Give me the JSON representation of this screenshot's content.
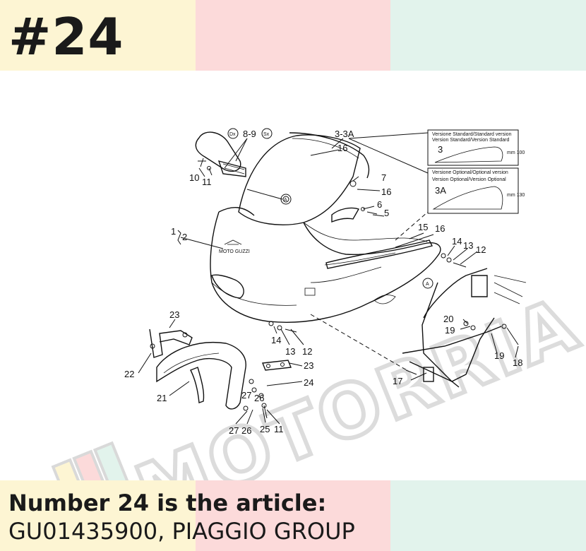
{
  "header": {
    "number": "#24"
  },
  "footer": {
    "line1": "Number 24 is the article:",
    "line2": "GU01435900, PIAGGIO GROUP"
  },
  "colors": {
    "band_yellow": "#fdf5d3",
    "band_pink": "#fcdada",
    "band_mint": "#e2f3ec",
    "ink": "#1a1a1a"
  },
  "watermark": {
    "text": "MOTORRIA"
  },
  "diagram": {
    "callouts": {
      "c1": "1",
      "c2": "2",
      "c3": "3",
      "c3a": "3A",
      "c3_3a": "3-3A",
      "c5": "5",
      "c6": "6",
      "c7": "7",
      "c8_9": "8-9",
      "dx": "Dx",
      "sx": "Sx",
      "c10": "10",
      "c11a": "11",
      "c11b": "11",
      "c12a": "12",
      "c12b": "12",
      "c13a": "13",
      "c13b": "13",
      "c14a": "14",
      "c14b": "14",
      "c15": "15",
      "c16a": "16",
      "c16b": "16",
      "c16c": "16",
      "c17": "17",
      "c18": "18",
      "c19a": "19",
      "c19b": "19",
      "c20": "20",
      "c21": "21",
      "c22": "22",
      "c23a": "23",
      "c23b": "23",
      "c24": "24",
      "c25": "25",
      "c26a": "26",
      "c26b": "26",
      "c27a": "27",
      "c27b": "27",
      "markA1": "A",
      "markA2": "A"
    },
    "inset": {
      "standard_l1": "Versione Standard/Standard version",
      "standard_l2": "Version Standard/Version Standard",
      "standard_dim": "mm 100",
      "optional_l1": "Versione Optional/Optional version",
      "optional_l2": "Version Optional/Version Optional",
      "optional_dim": "mm 130"
    },
    "brand_text": "MOTO GUZZI"
  }
}
